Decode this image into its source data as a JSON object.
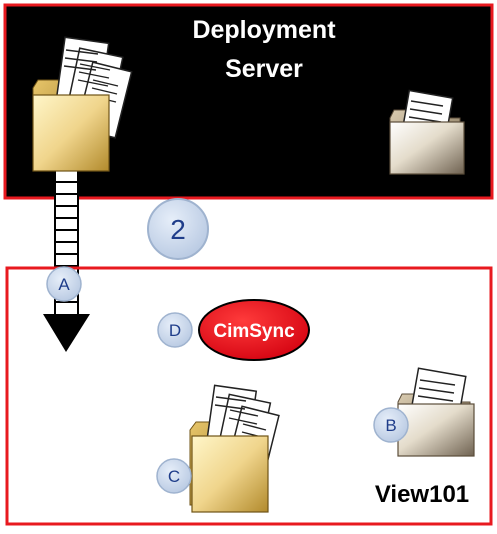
{
  "server": {
    "title_line1": "Deployment",
    "title_line2": "Server"
  },
  "step_badge": "2",
  "markers": {
    "a": "A",
    "b": "B",
    "c": "C",
    "d": "D"
  },
  "cimsync_label": "CimSync",
  "client": {
    "name": "View101"
  },
  "colors": {
    "server_bg": "#000000",
    "border": "#e8191f",
    "cimsync_fill": "#e60012",
    "badge_fill": "#c9d7ea",
    "badge_stroke": "#9fb3cf",
    "badge_text": "#1f3d8a",
    "folder_gold_light": "#fff6c9",
    "folder_gold_dark": "#b28a2c",
    "folder_grey_light": "#ffffff",
    "folder_grey_dark": "#6f6251"
  },
  "icons": {
    "server_source_folder": "document-folder-icon",
    "server_target_folder": "empty-folder-icon",
    "client_folder_b": "document-folder-icon",
    "client_folder_c": "document-folder-icon",
    "transfer_arrow": "down-arrow-icon"
  }
}
